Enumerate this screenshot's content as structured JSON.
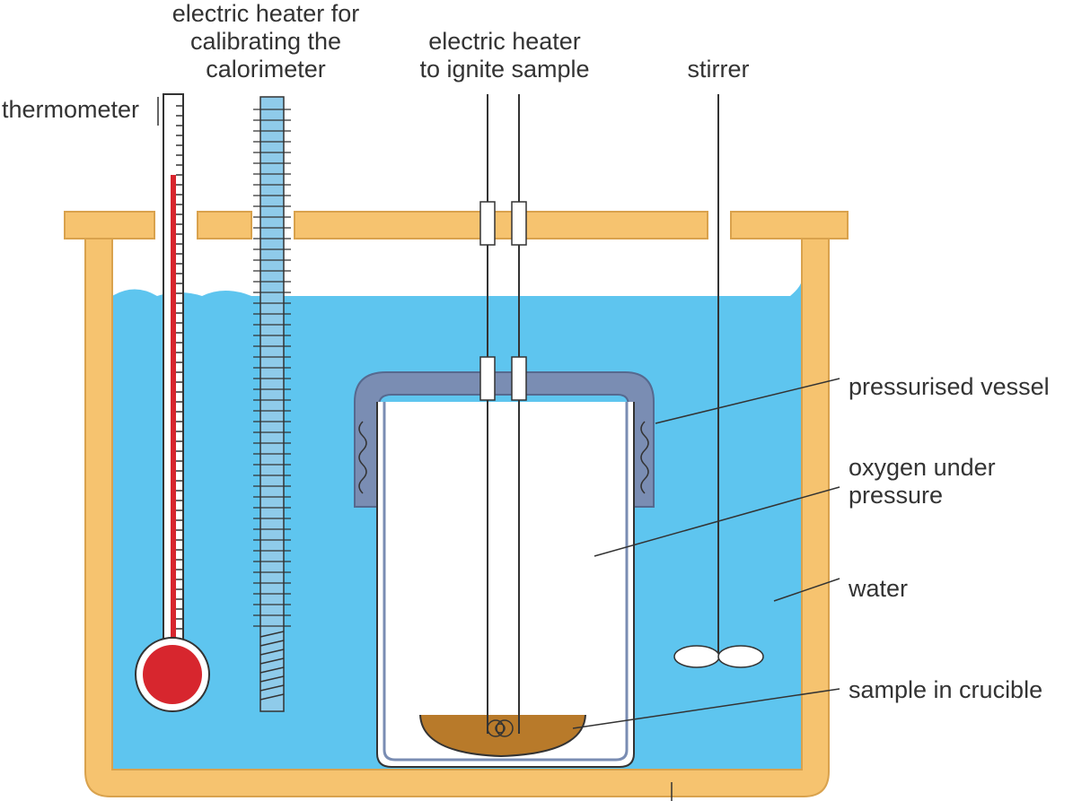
{
  "labels": {
    "thermometer": "thermometer",
    "calib_heater": [
      "electric heater for",
      "calibrating the",
      "calorimeter"
    ],
    "ignite_heater": [
      "electric heater",
      "to ignite sample"
    ],
    "stirrer": "stirrer",
    "vessel": "pressurised vessel",
    "oxygen": [
      "oxygen under",
      "pressure"
    ],
    "water": "water",
    "sample": "sample in crucible"
  },
  "colors": {
    "container": "#f6c36f",
    "container_stroke": "#d9a24d",
    "water": "#5ec5ef",
    "vessel_lid": "#7a8db3",
    "vessel_lid_stroke": "#56698f",
    "heater_coil": "#8fcbea",
    "mercury": "#d7262e",
    "sample": "#b87a2a",
    "line": "#333333"
  }
}
